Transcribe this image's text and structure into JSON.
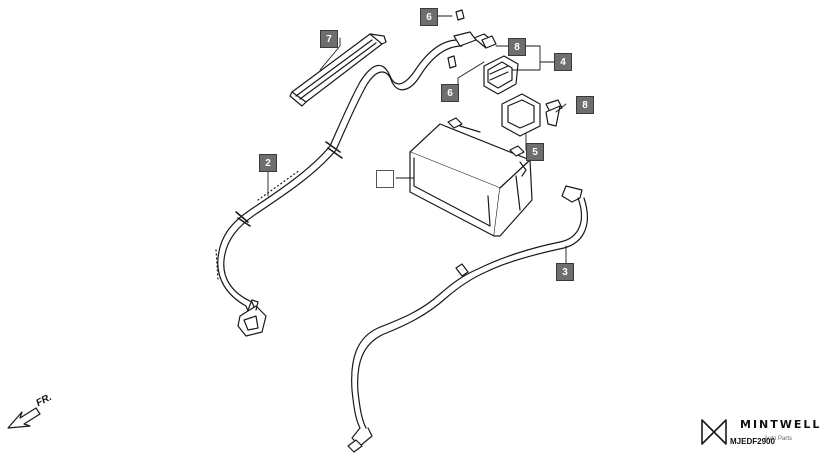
{
  "callouts": {
    "c1": "",
    "c2": "2",
    "c3": "3",
    "c4": "4",
    "c5": "5",
    "c6a": "6",
    "c6b": "6",
    "c7": "7",
    "c8a": "8",
    "c8b": "8"
  },
  "direction_label": "FR.",
  "brand": {
    "name": "MINTWELL",
    "sub": "Auto Parts"
  },
  "diagram_code": "MJEDF2900",
  "colors": {
    "callout_fill": "#6e6e6e",
    "line": "#1a1a1a"
  }
}
